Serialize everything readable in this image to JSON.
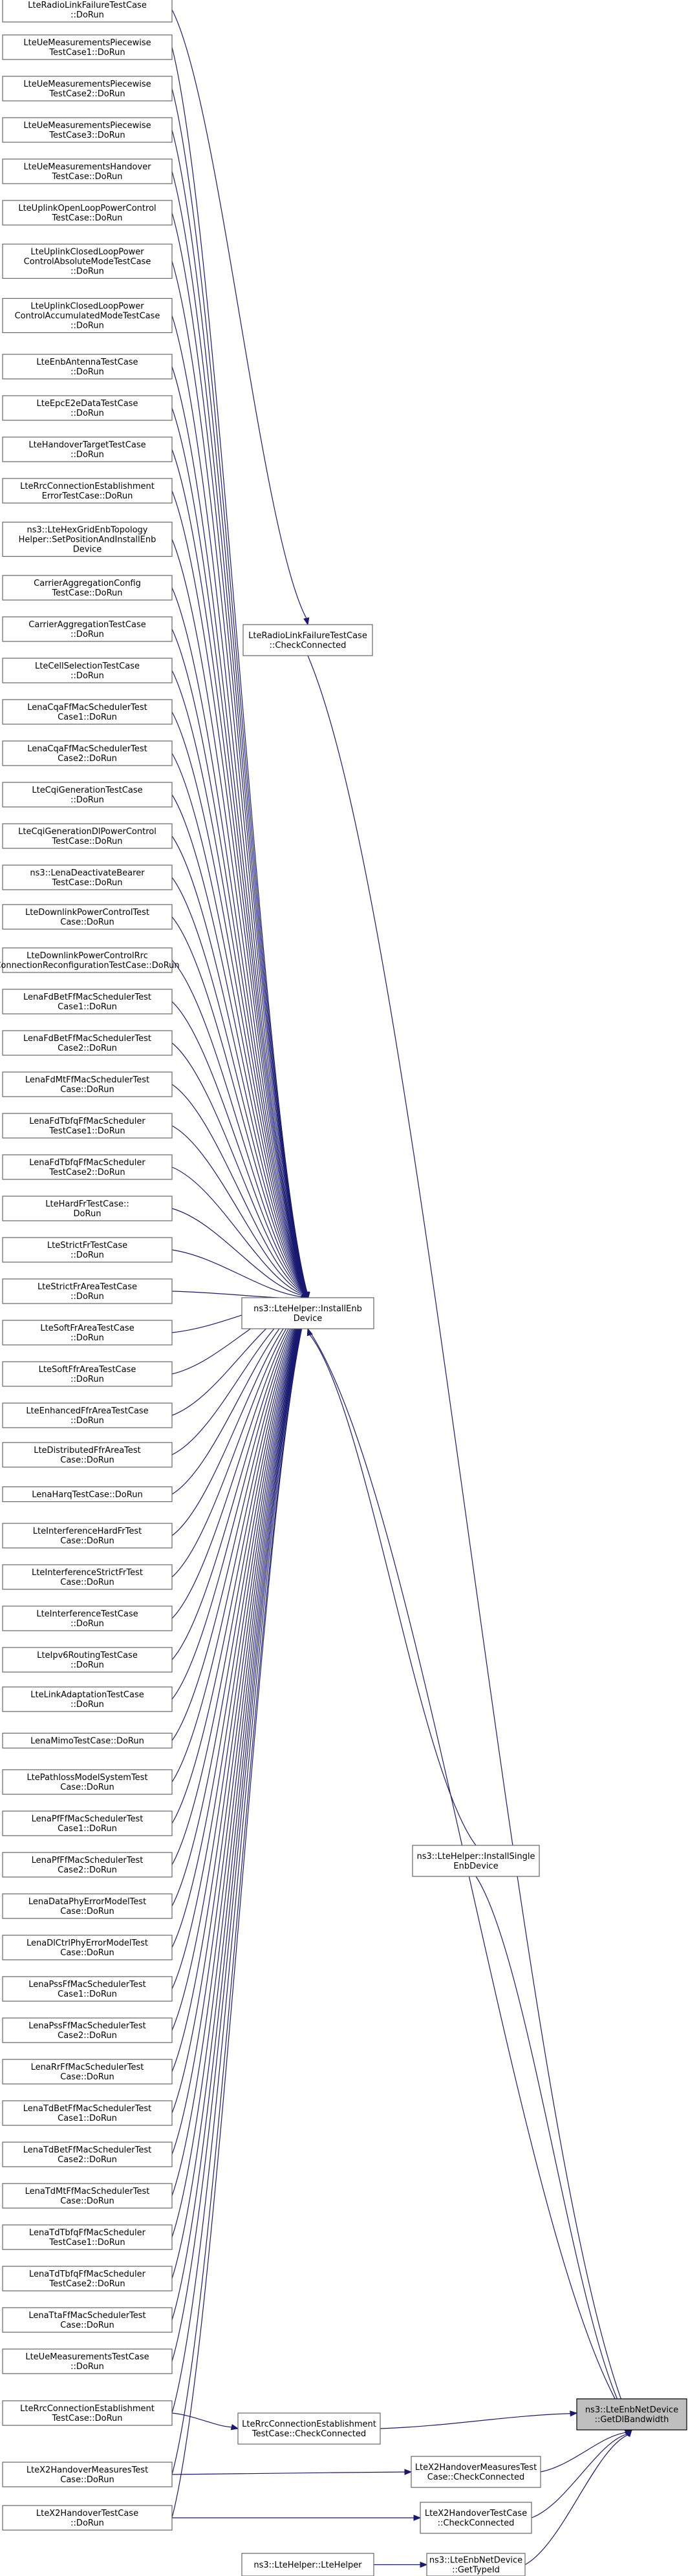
{
  "colors": {
    "edge": "#191970",
    "node_border": "#666666",
    "target_fill": "#bfbfbf",
    "background": "#ffffff"
  },
  "target": {
    "id": "target",
    "lines": [
      "ns3::LteEnbNetDevice",
      "::GetDlBandwidth"
    ]
  },
  "intermediates": [
    {
      "id": "checkConnected",
      "lines": [
        "LteRadioLinkFailureTestCase",
        "::CheckConnected"
      ]
    },
    {
      "id": "installEnb",
      "lines": [
        "ns3::LteHelper::InstallEnb",
        "Device"
      ]
    },
    {
      "id": "installSingle",
      "lines": [
        "ns3::LteHelper::InstallSingle",
        "EnbDevice"
      ]
    },
    {
      "id": "rrcCheck",
      "lines": [
        "LteRrcConnectionEstablishment",
        "TestCase::CheckConnected"
      ]
    },
    {
      "id": "x2mCheck",
      "lines": [
        "LteX2HandoverMeasuresTest",
        "Case::CheckConnected"
      ]
    },
    {
      "id": "x2Check",
      "lines": [
        "LteX2HandoverTestCase",
        "::CheckConnected"
      ]
    },
    {
      "id": "getTypeId",
      "lines": [
        "ns3::LteEnbNetDevice",
        "::GetTypeId"
      ]
    },
    {
      "id": "lteHelper",
      "lines": [
        "ns3::LteHelper::LteHelper"
      ]
    }
  ],
  "callers": [
    {
      "id": "c01",
      "lines": [
        "LteRadioLinkFailureTestCase",
        "::DoRun"
      ]
    },
    {
      "id": "c02",
      "lines": [
        "LteUeMeasurementsPiecewise",
        "TestCase1::DoRun"
      ]
    },
    {
      "id": "c03",
      "lines": [
        "LteUeMeasurementsPiecewise",
        "TestCase2::DoRun"
      ]
    },
    {
      "id": "c04",
      "lines": [
        "LteUeMeasurementsPiecewise",
        "TestCase3::DoRun"
      ]
    },
    {
      "id": "c05",
      "lines": [
        "LteUeMeasurementsHandover",
        "TestCase::DoRun"
      ]
    },
    {
      "id": "c06",
      "lines": [
        "LteUplinkOpenLoopPowerControl",
        "TestCase::DoRun"
      ]
    },
    {
      "id": "c07",
      "lines": [
        "LteUplinkClosedLoopPower",
        "ControlAbsoluteModeTestCase",
        "::DoRun"
      ]
    },
    {
      "id": "c08",
      "lines": [
        "LteUplinkClosedLoopPower",
        "ControlAccumulatedModeTestCase",
        "::DoRun"
      ]
    },
    {
      "id": "c09",
      "lines": [
        "LteEnbAntennaTestCase",
        "::DoRun"
      ]
    },
    {
      "id": "c10",
      "lines": [
        "LteEpcE2eDataTestCase",
        "::DoRun"
      ]
    },
    {
      "id": "c11",
      "lines": [
        "LteHandoverTargetTestCase",
        "::DoRun"
      ]
    },
    {
      "id": "c12",
      "lines": [
        "LteRrcConnectionEstablishment",
        "ErrorTestCase::DoRun"
      ]
    },
    {
      "id": "c13",
      "lines": [
        "ns3::LteHexGridEnbTopology",
        "Helper::SetPositionAndInstallEnb",
        "Device"
      ]
    },
    {
      "id": "c14",
      "lines": [
        "CarrierAggregationConfig",
        "TestCase::DoRun"
      ]
    },
    {
      "id": "c15",
      "lines": [
        "CarrierAggregationTestCase",
        "::DoRun"
      ]
    },
    {
      "id": "c16",
      "lines": [
        "LteCellSelectionTestCase",
        "::DoRun"
      ]
    },
    {
      "id": "c17",
      "lines": [
        "LenaCqaFfMacSchedulerTest",
        "Case1::DoRun"
      ]
    },
    {
      "id": "c18",
      "lines": [
        "LenaCqaFfMacSchedulerTest",
        "Case2::DoRun"
      ]
    },
    {
      "id": "c19",
      "lines": [
        "LteCqiGenerationTestCase",
        "::DoRun"
      ]
    },
    {
      "id": "c20",
      "lines": [
        "LteCqiGenerationDlPowerControl",
        "TestCase::DoRun"
      ]
    },
    {
      "id": "c21",
      "lines": [
        "ns3::LenaDeactivateBearer",
        "TestCase::DoRun"
      ]
    },
    {
      "id": "c22",
      "lines": [
        "LteDownlinkPowerControlTest",
        "Case::DoRun"
      ]
    },
    {
      "id": "c23",
      "lines": [
        "LteDownlinkPowerControlRrc",
        "ConnectionReconfigurationTestCase::DoRun"
      ]
    },
    {
      "id": "c24",
      "lines": [
        "LenaFdBetFfMacSchedulerTest",
        "Case1::DoRun"
      ]
    },
    {
      "id": "c25",
      "lines": [
        "LenaFdBetFfMacSchedulerTest",
        "Case2::DoRun"
      ]
    },
    {
      "id": "c26",
      "lines": [
        "LenaFdMtFfMacSchedulerTest",
        "Case::DoRun"
      ]
    },
    {
      "id": "c27",
      "lines": [
        "LenaFdTbfqFfMacScheduler",
        "TestCase1::DoRun"
      ]
    },
    {
      "id": "c28",
      "lines": [
        "LenaFdTbfqFfMacScheduler",
        "TestCase2::DoRun"
      ]
    },
    {
      "id": "c29",
      "lines": [
        "LteHardFrTestCase::",
        "DoRun"
      ]
    },
    {
      "id": "c30",
      "lines": [
        "LteStrictFrTestCase",
        "::DoRun"
      ]
    },
    {
      "id": "c31",
      "lines": [
        "LteStrictFrAreaTestCase",
        "::DoRun"
      ]
    },
    {
      "id": "c32",
      "lines": [
        "LteSoftFrAreaTestCase",
        "::DoRun"
      ]
    },
    {
      "id": "c33",
      "lines": [
        "LteSoftFfrAreaTestCase",
        "::DoRun"
      ]
    },
    {
      "id": "c34",
      "lines": [
        "LteEnhancedFfrAreaTestCase",
        "::DoRun"
      ]
    },
    {
      "id": "c35",
      "lines": [
        "LteDistributedFfrAreaTest",
        "Case::DoRun"
      ]
    },
    {
      "id": "c36",
      "lines": [
        "LenaHarqTestCase::DoRun"
      ]
    },
    {
      "id": "c37",
      "lines": [
        "LteInterferenceHardFrTest",
        "Case::DoRun"
      ]
    },
    {
      "id": "c38",
      "lines": [
        "LteInterferenceStrictFrTest",
        "Case::DoRun"
      ]
    },
    {
      "id": "c39",
      "lines": [
        "LteInterferenceTestCase",
        "::DoRun"
      ]
    },
    {
      "id": "c40",
      "lines": [
        "LteIpv6RoutingTestCase",
        "::DoRun"
      ]
    },
    {
      "id": "c41",
      "lines": [
        "LteLinkAdaptationTestCase",
        "::DoRun"
      ]
    },
    {
      "id": "c42",
      "lines": [
        "LenaMimoTestCase::DoRun"
      ]
    },
    {
      "id": "c43",
      "lines": [
        "LtePathlossModelSystemTest",
        "Case::DoRun"
      ]
    },
    {
      "id": "c44",
      "lines": [
        "LenaPfFfMacSchedulerTest",
        "Case1::DoRun"
      ]
    },
    {
      "id": "c45",
      "lines": [
        "LenaPfFfMacSchedulerTest",
        "Case2::DoRun"
      ]
    },
    {
      "id": "c46",
      "lines": [
        "LenaDataPhyErrorModelTest",
        "Case::DoRun"
      ]
    },
    {
      "id": "c47",
      "lines": [
        "LenaDlCtrlPhyErrorModelTest",
        "Case::DoRun"
      ]
    },
    {
      "id": "c48",
      "lines": [
        "LenaPssFfMacSchedulerTest",
        "Case1::DoRun"
      ]
    },
    {
      "id": "c49",
      "lines": [
        "LenaPssFfMacSchedulerTest",
        "Case2::DoRun"
      ]
    },
    {
      "id": "c50",
      "lines": [
        "LenaRrFfMacSchedulerTest",
        "Case::DoRun"
      ]
    },
    {
      "id": "c51",
      "lines": [
        "LenaTdBetFfMacSchedulerTest",
        "Case1::DoRun"
      ]
    },
    {
      "id": "c52",
      "lines": [
        "LenaTdBetFfMacSchedulerTest",
        "Case2::DoRun"
      ]
    },
    {
      "id": "c53",
      "lines": [
        "LenaTdMtFfMacSchedulerTest",
        "Case::DoRun"
      ]
    },
    {
      "id": "c54",
      "lines": [
        "LenaTdTbfqFfMacScheduler",
        "TestCase1::DoRun"
      ]
    },
    {
      "id": "c55",
      "lines": [
        "LenaTdTbfqFfMacScheduler",
        "TestCase2::DoRun"
      ]
    },
    {
      "id": "c56",
      "lines": [
        "LenaTtaFfMacSchedulerTest",
        "Case::DoRun"
      ]
    },
    {
      "id": "c57",
      "lines": [
        "LteUeMeasurementsTestCase",
        "::DoRun"
      ]
    },
    {
      "id": "c58",
      "lines": [
        "LteRrcConnectionEstablishment",
        "TestCase::DoRun"
      ]
    },
    {
      "id": "c59",
      "lines": [
        "LteX2HandoverMeasuresTest",
        "Case::DoRun"
      ]
    },
    {
      "id": "c60",
      "lines": [
        "LteX2HandoverTestCase",
        "::DoRun"
      ]
    }
  ],
  "edges": [
    [
      "checkConnected",
      "target"
    ],
    [
      "installEnb",
      "target"
    ],
    [
      "installSingle",
      "target"
    ],
    [
      "rrcCheck",
      "target"
    ],
    [
      "x2mCheck",
      "target"
    ],
    [
      "x2Check",
      "target"
    ],
    [
      "getTypeId",
      "target"
    ],
    [
      "c01",
      "checkConnected"
    ],
    [
      "installSingle",
      "installEnb"
    ],
    [
      "lteHelper",
      "getTypeId"
    ],
    [
      "c58",
      "rrcCheck"
    ],
    [
      "c59",
      "x2mCheck"
    ],
    [
      "c60",
      "x2Check"
    ]
  ]
}
